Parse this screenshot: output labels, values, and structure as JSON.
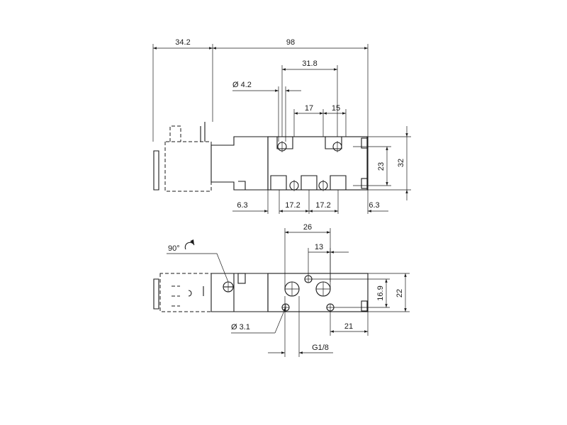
{
  "top_view": {
    "dim_overall_width": "34.2",
    "dim_body_length": "98",
    "dim_port_span": "31.8",
    "dim_mount_hole": "Ø 4.2",
    "dim_pitch_a": "17",
    "dim_pitch_b": "15",
    "dim_body_height": "32",
    "dim_port_height": "23",
    "dim_edge_left": "6.3",
    "dim_pitch_c": "17.2",
    "dim_pitch_d": "17.2",
    "dim_edge_right": "6.3"
  },
  "bottom_view": {
    "dim_port_spacing": "26",
    "dim_half_spacing": "13",
    "dim_rotation": "90°",
    "dim_depth_inner": "16.9",
    "dim_depth_outer": "22",
    "dim_small_hole": "Ø 3.1",
    "dim_offset": "21",
    "dim_thread": "G1/8"
  }
}
